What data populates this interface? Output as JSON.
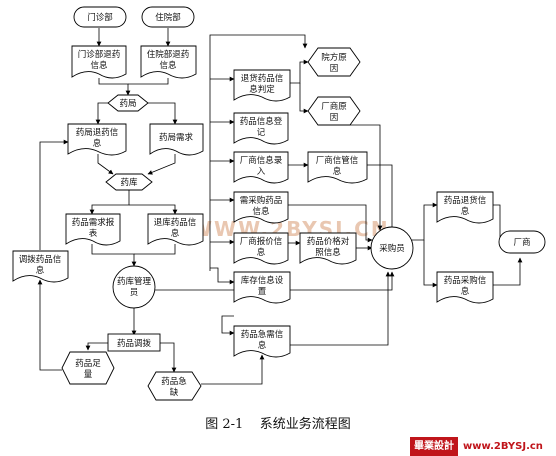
{
  "nodes": {
    "outpatient_dept": "门诊部",
    "inpatient_dept": "住院部",
    "outpatient_return": "门诊部退药\n信息",
    "inpatient_return": "住院部退药\n信息",
    "pharmacy": "药局",
    "pharmacy_return": "药局退药信\n息",
    "pharmacy_demand": "药局需求",
    "warehouse": "药库",
    "drug_demand_report": "药品需求报\n表",
    "return_drug_info": "退库药品信\n息",
    "drug_manager": "药库管理\n员",
    "transfer_info": "调拨药品信\n息",
    "drug_transfer": "药品调拨",
    "drug_sufficient": "药品足\n量",
    "drug_urgent_short": "药品急\n缺",
    "return_judge": "退货药品信\n息判定",
    "hospital_reason": "院方原\n因",
    "vendor_reason": "厂商原\n因",
    "drug_info_register": "药品信息登\n记",
    "vendor_entry": "厂商信息录\n入",
    "vendor_manage_info": "厂商信管信\n息",
    "purchase_drug_info": "需采购药品\n信息",
    "vendor_quote_info": "厂商报价信\n息",
    "price_compare_info": "药品价格对\n照信息",
    "inventory_setting": "库存信息设\n置",
    "urgent_need_info": "药品急需信\n息",
    "purchaser": "采购员",
    "return_goods_info": "药品退货信\n息",
    "vendor": "厂商",
    "purchase_info": "药品采购信\n息"
  },
  "caption": "图 2-1    系统业务流程图",
  "watermark": "WWW.2BYSJ.CN",
  "logo": {
    "brand": "畢業設計",
    "url": "www.2BYSJ.cn"
  },
  "colors": {
    "stroke": "#000000",
    "watermark": "#e9c7b1",
    "logo_red": "#c0151b"
  }
}
